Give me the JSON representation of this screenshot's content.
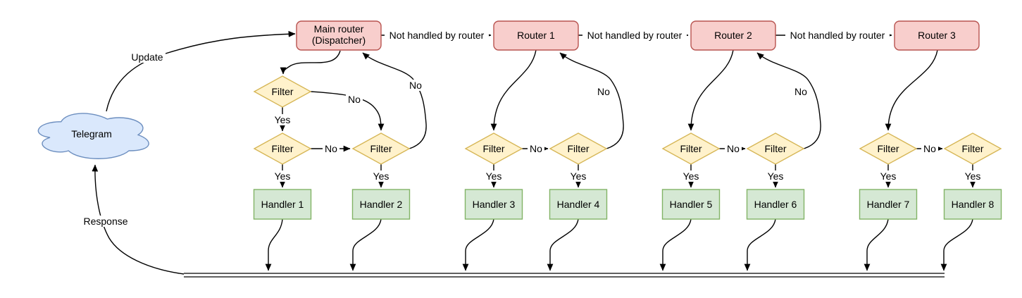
{
  "diagram": {
    "cloud": {
      "label": "Telegram"
    },
    "routers": [
      {
        "label_line1": "Main router",
        "label_line2": "(Dispatcher)"
      },
      {
        "label": "Router 1"
      },
      {
        "label": "Router 2"
      },
      {
        "label": "Router 3"
      }
    ],
    "filter_label": "Filter",
    "handlers": [
      "Handler 1",
      "Handler 2",
      "Handler 3",
      "Handler 4",
      "Handler 5",
      "Handler 6",
      "Handler 7",
      "Handler 8"
    ],
    "edge_labels": {
      "update": "Update",
      "response": "Response",
      "not_handled": "Not handled by router",
      "yes": "Yes",
      "no": "No"
    },
    "colors": {
      "router_fill": "#f8cecc",
      "router_stroke": "#b85450",
      "filter_fill": "#fff2cc",
      "filter_stroke": "#d6b656",
      "handler_fill": "#d5e8d4",
      "handler_stroke": "#82b366",
      "cloud_fill": "#dae8fc",
      "cloud_stroke": "#6c8ebf",
      "line": "#000000",
      "background": "#ffffff"
    }
  }
}
